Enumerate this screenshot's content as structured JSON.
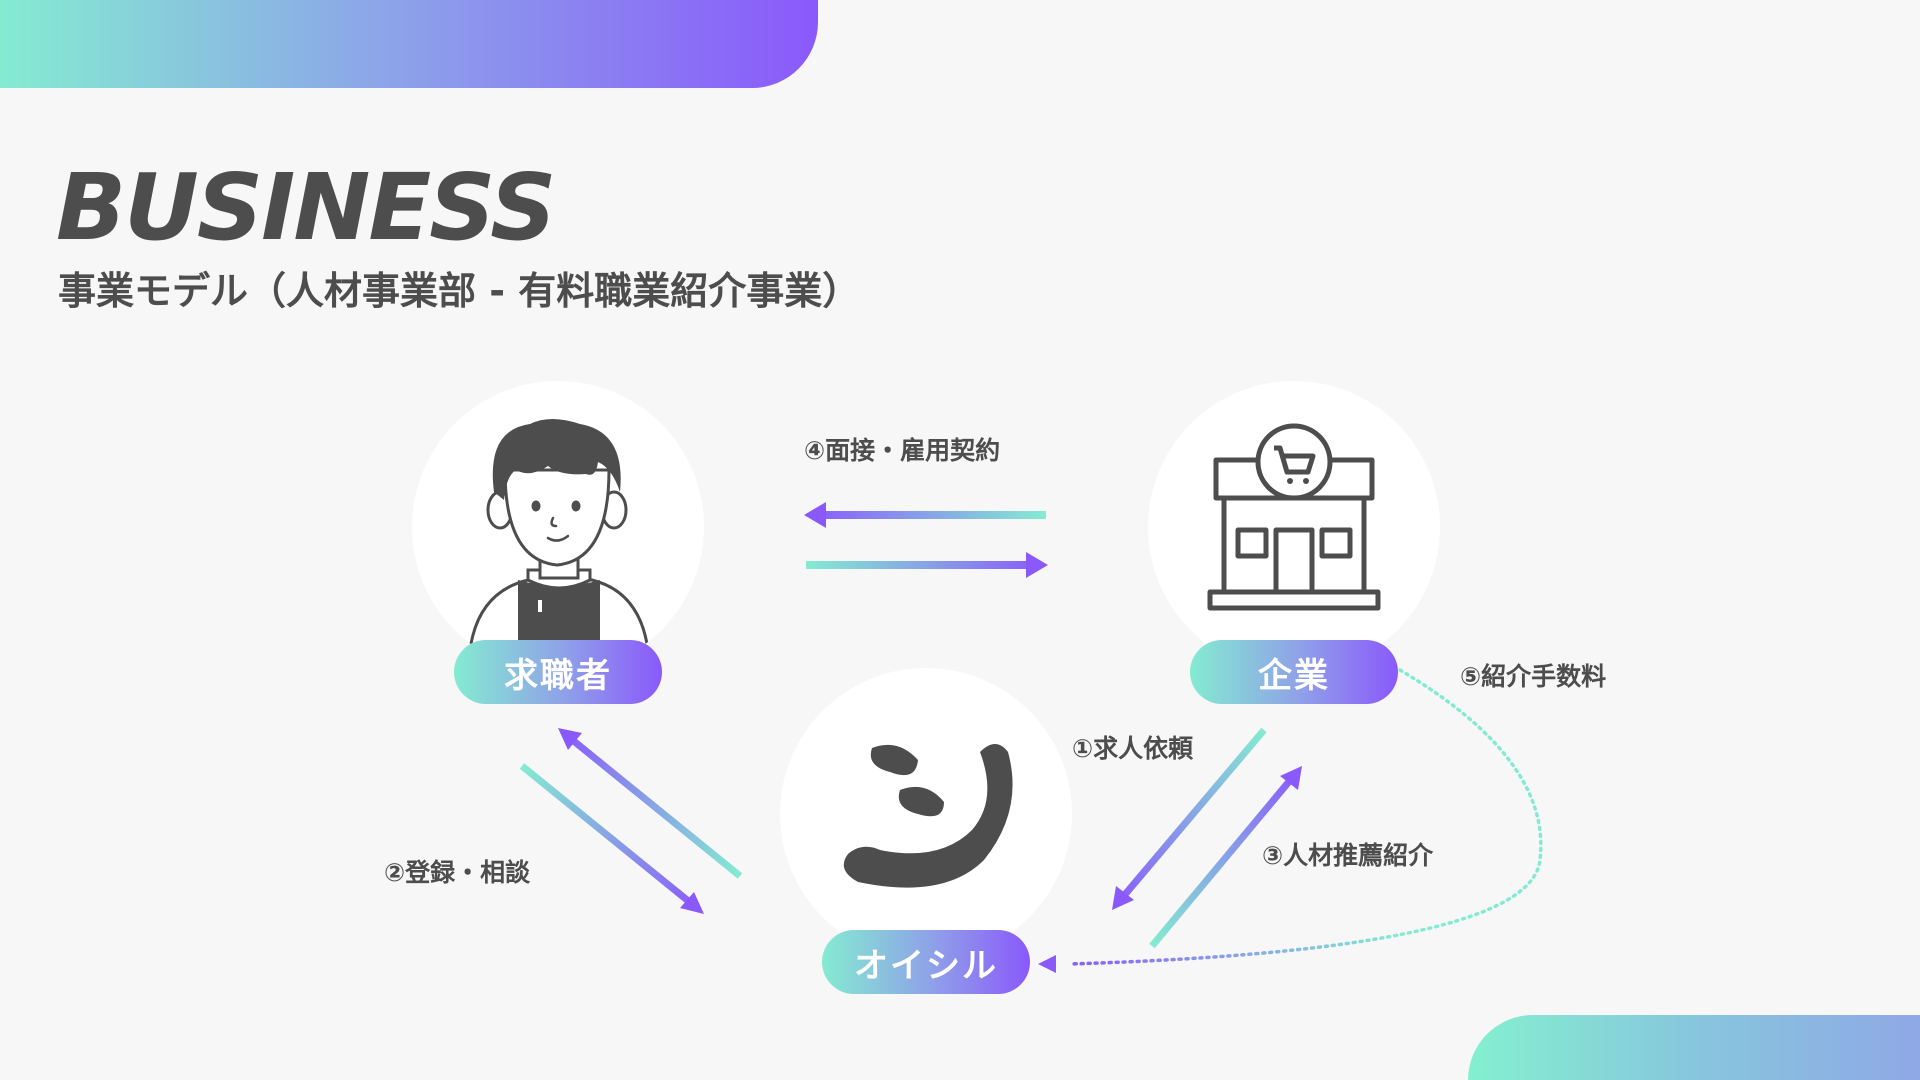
{
  "header": {
    "title": "BUSINESS",
    "subtitle": "事業モデル（人材事業部 - 有料職業紹介事業）"
  },
  "nodes": {
    "job_seeker": "求職者",
    "company": "企業",
    "oishiru": "オイシル"
  },
  "flows": {
    "interview": "④面接・雇用契約",
    "register": "②登録・相談",
    "request": "①求人依頼",
    "recommend": "③人材推薦紹介",
    "fee": "⑤紹介手数料"
  },
  "colors": {
    "mint": "#84ebd1",
    "purple": "#8a59fb",
    "dark_gray": "#4d4d4d"
  }
}
